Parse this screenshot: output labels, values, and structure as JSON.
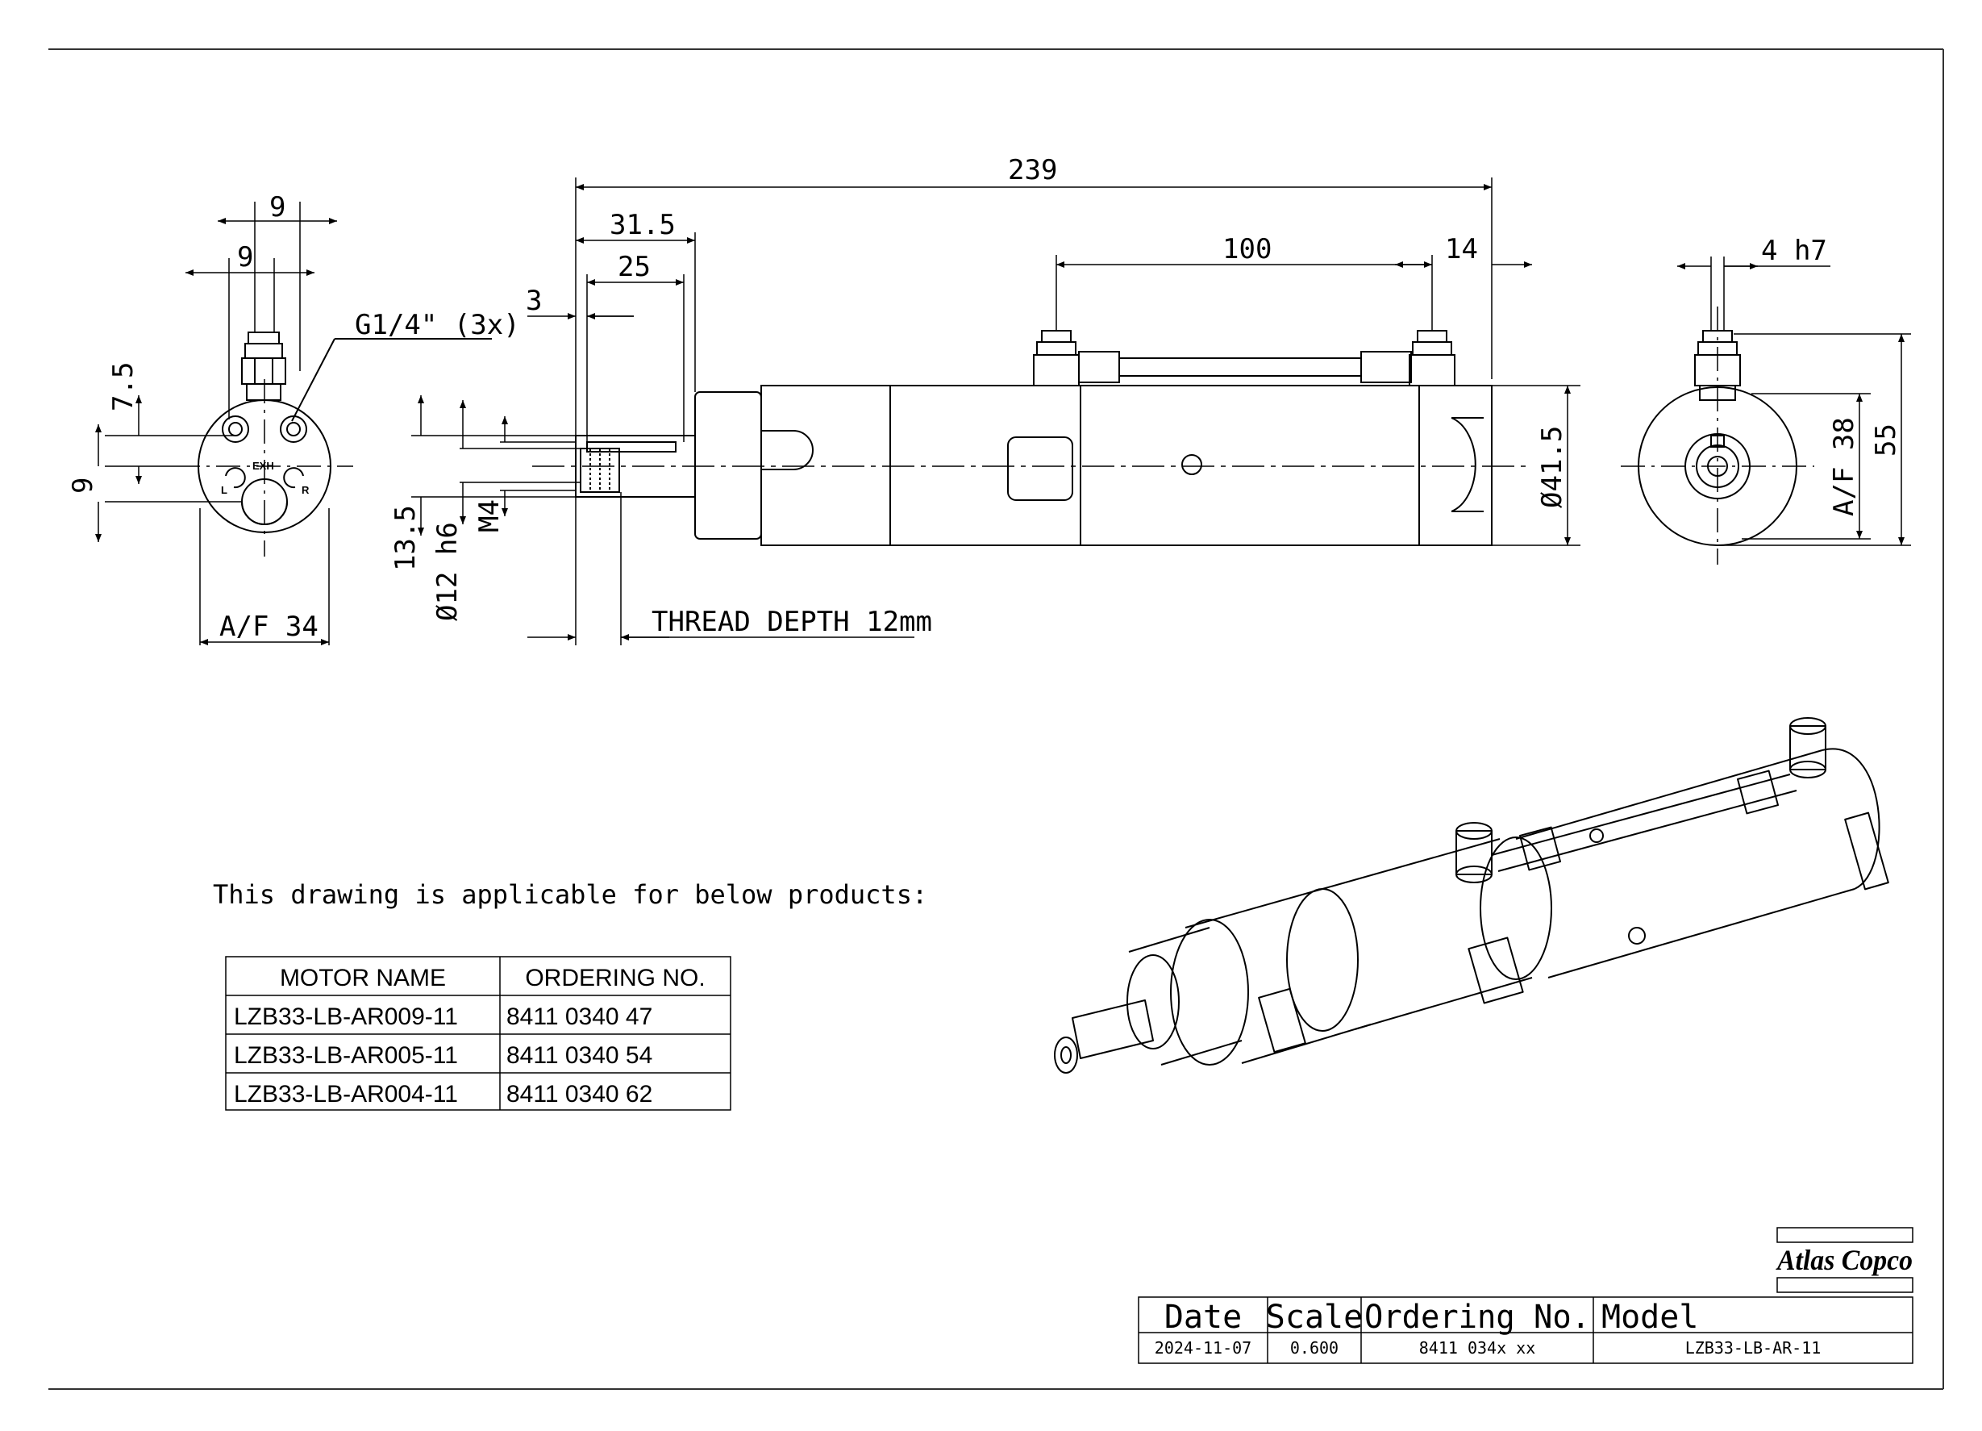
{
  "drawing": {
    "dimensions": {
      "front_left_9_top": "9",
      "front_left_9_mid": "9",
      "front_left_7_5": "7.5",
      "front_left_9_side": "9",
      "front_af34": "A/F 34",
      "port_label": "G1/4\" (3x)",
      "overall_length": "239",
      "shaft_31_5": "31.5",
      "shaft_25": "25",
      "shaft_3": "3",
      "length_100": "100",
      "length_14": "14",
      "dia_41_5": "Ø41.5",
      "shaft_13_5": "13.5",
      "shaft_dia_12": "Ø12 h6",
      "thread_m4": "M4",
      "thread_depth": "THREAD DEPTH 12mm",
      "rear_4h7": "4 h7",
      "rear_af38": "A/F 38",
      "rear_55": "55"
    },
    "face_marks": {
      "exh": "EXH",
      "left": "L",
      "right": "R"
    }
  },
  "applicability_note": "This drawing is applicable for below products:",
  "product_table": {
    "headers": [
      "MOTOR NAME",
      "ORDERING NO."
    ],
    "rows": [
      [
        "LZB33-LB-AR009-11",
        "8411 0340 47"
      ],
      [
        "LZB33-LB-AR005-11",
        "8411 0340 54"
      ],
      [
        "LZB33-LB-AR004-11",
        "8411 0340 62"
      ]
    ]
  },
  "title_block": {
    "brand": "Atlas Copco",
    "headers": {
      "date": "Date",
      "scale": "Scale",
      "ordering": "Ordering No.",
      "model": "Model"
    },
    "values": {
      "date": "2024-11-07",
      "scale": "0.600",
      "ordering": "8411 034x xx",
      "model": "LZB33-LB-AR-11"
    }
  }
}
